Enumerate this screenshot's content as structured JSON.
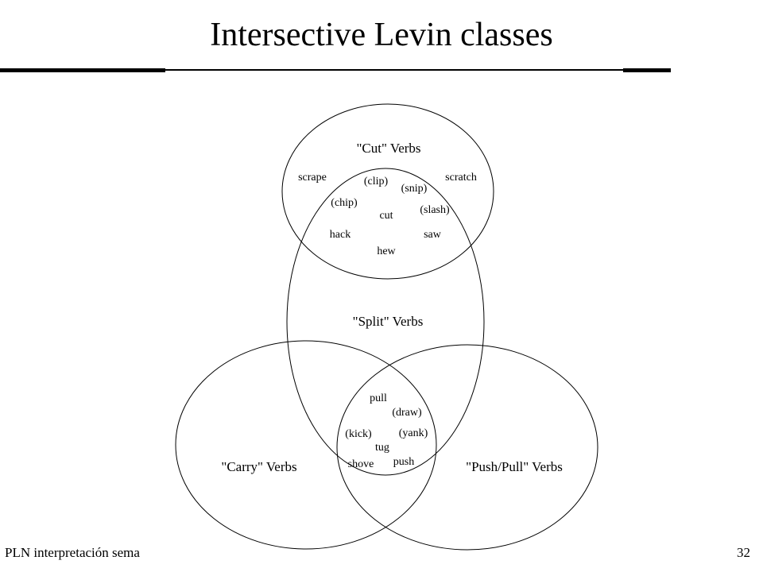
{
  "title": "Intersective Levin classes",
  "diagram": {
    "circles": {
      "cut": "\"Cut\" Verbs",
      "split": "\"Split\" Verbs",
      "carry": "\"Carry\" Verbs",
      "push_pull": "\"Push/Pull\" Verbs"
    },
    "cut_verbs": [
      "scrape",
      "(clip)",
      "(snip)",
      "scratch",
      "(chip)",
      "cut",
      "(slash)",
      "hack",
      "saw",
      "hew"
    ],
    "carry_push_verbs": [
      "pull",
      "(draw)",
      "(kick)",
      "(yank)",
      "tug",
      "shove",
      "push"
    ]
  },
  "footer": {
    "left": "PLN interpretación sema",
    "page_number": "32"
  }
}
